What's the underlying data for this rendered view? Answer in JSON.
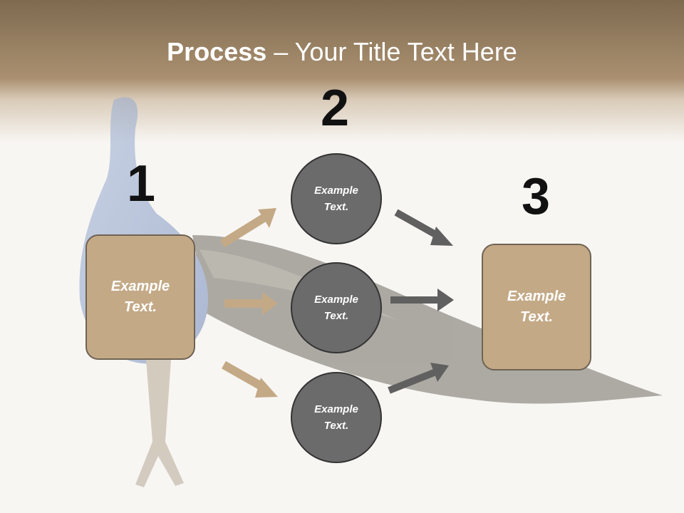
{
  "slide": {
    "title_bold": "Process",
    "title_rest": " – Your Title Text Here"
  },
  "colors": {
    "header": "#a78d6c",
    "box_fill": "#c4a986",
    "circle_fill": "#6b6b6b",
    "tan_arrow": "#c4a986",
    "gray_arrow": "#606060"
  },
  "steps": [
    {
      "number": "1",
      "text": "Example Text."
    },
    {
      "number": "2",
      "items": [
        "Example Text.",
        "Example Text.",
        "Example Text."
      ]
    },
    {
      "number": "3",
      "text": "Example Text."
    }
  ]
}
